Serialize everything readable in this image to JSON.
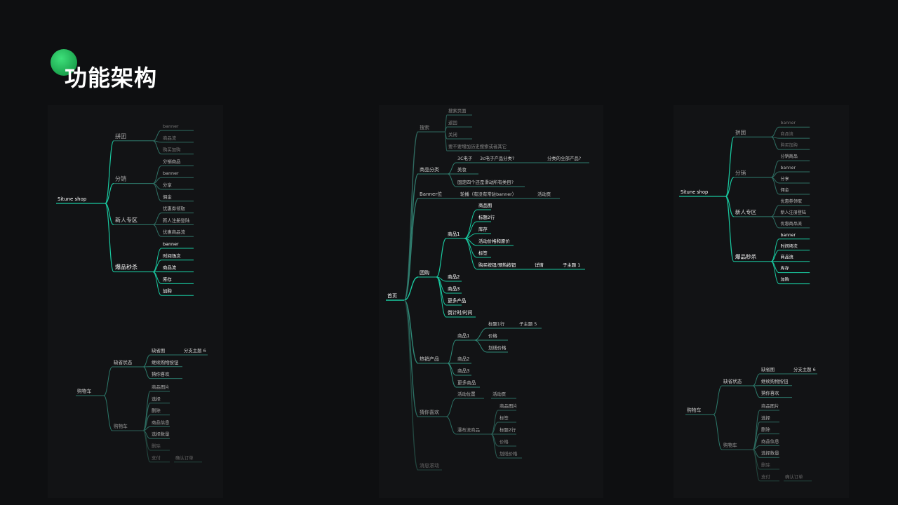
{
  "header": {
    "title": "功能架构"
  },
  "colors": {
    "accent": "#19c9a0",
    "background": "#0e0f11",
    "line_dim": "#2a5a52"
  },
  "maps": {
    "shop_left": {
      "root": "Situne shop",
      "branches": [
        {
          "label": "拼团",
          "items": [
            "banner",
            "商品流",
            "购买加购"
          ]
        },
        {
          "label": "分销",
          "items": [
            "分销商品",
            "banner",
            "分享",
            "佣金"
          ]
        },
        {
          "label": "新人专区",
          "items": [
            "优惠券领取",
            "新人注册登陆",
            "优惠商品流"
          ]
        },
        {
          "label": "爆品秒杀",
          "items": [
            "banner",
            "时间场次",
            "商品流",
            "库存",
            "加购"
          ]
        }
      ]
    },
    "cart_left": {
      "root": "购物车",
      "branches": [
        {
          "label": "缺省状态",
          "items": [
            "缺省图",
            "继续购物按钮",
            "猜你喜欢"
          ],
          "extra": "分支主题 6"
        },
        {
          "label": "购物车",
          "items": [
            "商品图片",
            "选择",
            "删除",
            "商品信息",
            "选择数量",
            "删除",
            "支付"
          ],
          "extra": "确认订单"
        }
      ]
    },
    "home": {
      "root": "首页",
      "search": {
        "label": "搜索",
        "items": [
          "搜索页面",
          "返回",
          "关闭",
          "要不要增加历史搜索或者其它"
        ]
      },
      "category": {
        "label": "商品分类",
        "items": [
          "3C电子",
          "美妆",
          "固定四个还是滑动所有类目?"
        ],
        "sub1": "3c电子产品分类?",
        "sub2": "分类的全部产品?"
      },
      "banner": {
        "label": "Banner位",
        "item": "轮播（有没有常驻banner）",
        "sub": "活动页"
      },
      "group": {
        "label": "团购",
        "product1": {
          "label": "商品1",
          "items": [
            "商品图",
            "标题2行",
            "库存",
            "活动价格和原价",
            "标签",
            "购买按钮/预热按钮"
          ],
          "detail": "详情",
          "sub": "子主题 1"
        },
        "others": [
          "商品2",
          "商品3",
          "更多产品",
          "倒计时/时间"
        ]
      },
      "hot": {
        "label": "热销产品",
        "product1": {
          "label": "商品1",
          "items": [
            "标题1行",
            "价格",
            "划线价格"
          ],
          "sub": "子主题 5"
        },
        "others": [
          "商品2",
          "商品3",
          "更多商品"
        ]
      },
      "guess": {
        "label": "猜你喜欢",
        "activity": {
          "label": "活动位置",
          "sub": "活动页"
        },
        "waterfall": {
          "label": "瀑布流商品",
          "items": [
            "商品图片",
            "标签",
            "标题2行",
            "价格",
            "划线价格"
          ]
        }
      },
      "message": "消息滚动"
    },
    "shop_right": {
      "root": "Situne shop",
      "branches": [
        {
          "label": "拼团",
          "items": [
            "banner",
            "商品流",
            "购买加购"
          ]
        },
        {
          "label": "分销",
          "items": [
            "分销商品",
            "banner",
            "分享",
            "佣金"
          ]
        },
        {
          "label": "新人专区",
          "items": [
            "优惠券领取",
            "新人注册登陆",
            "优惠商品流"
          ]
        },
        {
          "label": "爆品秒杀",
          "items": [
            "banner",
            "时间场次",
            "商品流",
            "库存",
            "加购"
          ]
        }
      ]
    },
    "cart_right": {
      "root": "购物车",
      "branches": [
        {
          "label": "缺省状态",
          "items": [
            "缺省图",
            "继续购物按钮",
            "猜你喜欢"
          ],
          "extra": "分支主题 6"
        },
        {
          "label": "购物车",
          "items": [
            "商品图片",
            "选择",
            "删除",
            "商品信息",
            "选择数量",
            "删除",
            "支付"
          ],
          "extra": "确认订单"
        }
      ]
    }
  }
}
